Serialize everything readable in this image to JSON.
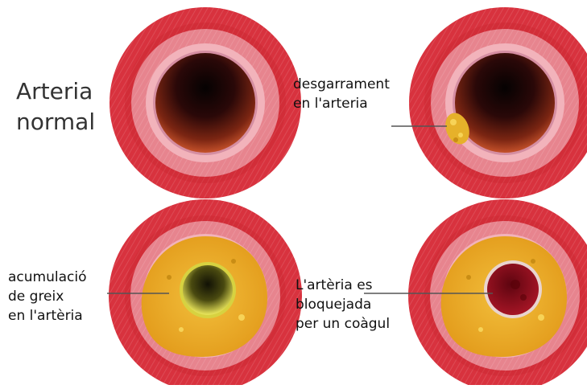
{
  "panels": [
    {
      "id": "normal",
      "lines": [
        "Arteria",
        "normal"
      ]
    },
    {
      "id": "tear",
      "lines": [
        "desgarrament",
        "en l'arteria"
      ]
    },
    {
      "id": "plaque",
      "lines": [
        "acumulació",
        "de greix",
        "en l'artèria"
      ]
    },
    {
      "id": "clot",
      "lines": [
        "L'artèria es",
        "bloquejada",
        "per un coàgul"
      ]
    }
  ],
  "colors": {
    "outer_wall": "#d8323e",
    "middle_wall": "#e7848e",
    "inner_wall": "#f2b3bb",
    "lumen_dark": "#150606",
    "lumen_mid": "#8a2a14",
    "fat": "#e8a928",
    "clot": "#8e0f1c"
  }
}
